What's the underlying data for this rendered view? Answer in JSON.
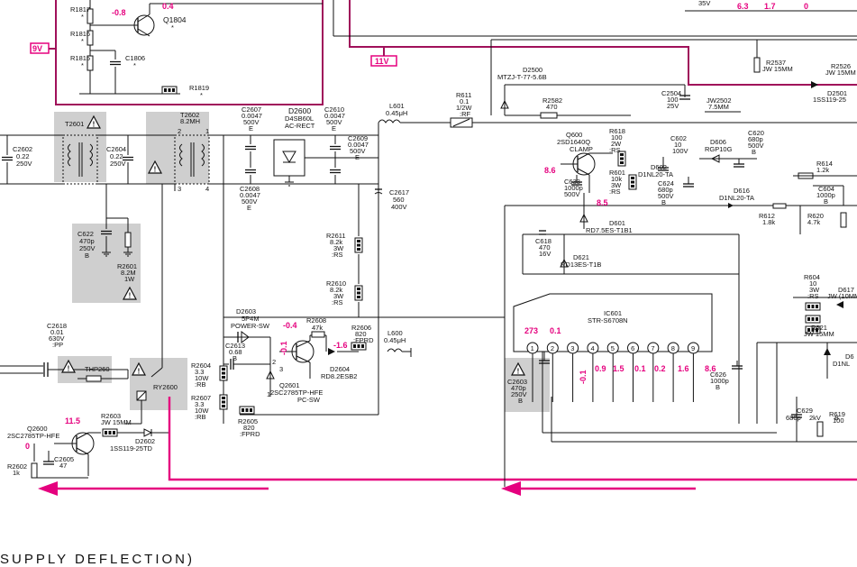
{
  "rails": {
    "v9": "9V",
    "v11": "11V",
    "v35": "35V",
    "top_drops": [
      "6.3",
      "1.7",
      "0"
    ]
  },
  "components": {
    "r1817": [
      "R1817",
      "*"
    ],
    "r1816": [
      "R1816",
      "*"
    ],
    "r1815": [
      "R1815",
      "*"
    ],
    "c1806": [
      "C1806",
      "*"
    ],
    "q1804": [
      "Q1804",
      "*"
    ],
    "r1819": [
      "R1819",
      "*"
    ],
    "t2601": "T2601",
    "t2602": [
      "T2602",
      "8.2MH"
    ],
    "c2602": [
      "C2602",
      "0.22",
      "250V"
    ],
    "c2604": [
      "C2604",
      "0.22",
      "250V"
    ],
    "c2607": [
      "C2607",
      "0.0047",
      "500V",
      "E"
    ],
    "c2608": [
      "C2608",
      "0.0047",
      "500V",
      "E"
    ],
    "d2600": [
      "D2600",
      "D4SB60L",
      "AC-RECT"
    ],
    "c2610": [
      "C2610",
      "0.0047",
      "500V",
      "E"
    ],
    "c2609": [
      "C2609",
      "0.0047",
      "500V",
      "E"
    ],
    "l601": [
      "L601",
      "0.45μH"
    ],
    "r611": [
      "R611",
      "0.1",
      "1/2W",
      ":RF"
    ],
    "c2617": [
      "C2617",
      "560",
      "400V"
    ],
    "c622": [
      "C622",
      "470p",
      "250V",
      "B"
    ],
    "r2601": [
      "R2601",
      "8.2M",
      "1W"
    ],
    "r2611": [
      "R2611",
      "8.2k",
      "3W",
      ":RS"
    ],
    "r2610": [
      "R2610",
      "8.2k",
      "3W",
      ":RS"
    ],
    "c2618": [
      "C2618",
      "0.01",
      "630V",
      ":PP"
    ],
    "thp260": "THP260",
    "ry2600": "RY2600",
    "d2603": [
      "D2603",
      "5P4M",
      "POWER-SW"
    ],
    "c2613": [
      "C2613",
      "0.68",
      "B"
    ],
    "r2608": [
      "R2608",
      "47k"
    ],
    "r2606": [
      "R2606",
      "820",
      ":FPRD"
    ],
    "l600": [
      "L600",
      "0.45μH"
    ],
    "r2604": [
      "R2604",
      "3.3",
      "10W",
      ":RB"
    ],
    "r2607": [
      "R2607",
      "3.3",
      "10W",
      ":RB"
    ],
    "d2604": [
      "D2604",
      "RD8.2ESB2"
    ],
    "q2601": [
      "Q2601",
      "2SC2785TP-HFE",
      "PC-SW"
    ],
    "r2605": [
      "R2605",
      "820",
      ":FPRD"
    ],
    "r2603": [
      "R2603",
      "JW 15MM"
    ],
    "d2602": [
      "D2602",
      "1SS119-25TD"
    ],
    "q2600": [
      "Q2600",
      "2SC2785TP-HFE"
    ],
    "c2605": [
      "C2605",
      "47"
    ],
    "r2602": [
      "R2602",
      "1k"
    ],
    "d2500": [
      "D2500",
      "MTZJ-T-77-5.6B"
    ],
    "r2582": [
      "R2582",
      "470"
    ],
    "c2504": [
      "C2504",
      "100",
      "25V"
    ],
    "jw2502": [
      "JW2502",
      "7.5MM"
    ],
    "r2537": [
      "R2537",
      "JW 15MM"
    ],
    "r2526": [
      "R2526",
      "JW 15MM"
    ],
    "d2501": [
      "D2501",
      "1SS119-25"
    ],
    "q600": [
      "Q600",
      "2SD1640Q",
      "CLAMP"
    ],
    "r618": [
      "R618",
      "100",
      "2W",
      ":RS"
    ],
    "r601": [
      "R601",
      "10k",
      "3W",
      ":RS"
    ],
    "c633": [
      "C633",
      "1000p",
      "500V"
    ],
    "c602": [
      "C602",
      "10",
      "100V"
    ],
    "d606": [
      "D606",
      "RGP10G"
    ],
    "c620": [
      "C620",
      "680p",
      "500V",
      "B"
    ],
    "d602": [
      "D602",
      "D1NL20-TA"
    ],
    "c624": [
      "C624",
      "680p",
      "500V",
      "B"
    ],
    "d616": [
      "D616",
      "D1NL20-TA"
    ],
    "r614": [
      "R614",
      "1.2k"
    ],
    "c604": [
      "C604",
      "1000p",
      "B"
    ],
    "r612": [
      "R612",
      "1.8k"
    ],
    "r620": [
      "R620",
      "4.7k"
    ],
    "d601": [
      "D601",
      "RD7.5ES-T1B1"
    ],
    "c618": [
      "C618",
      "470",
      "16V"
    ],
    "d621": [
      "D621",
      "RD13ES-T1B"
    ],
    "ic601": [
      "IC601",
      "STR-S6708N"
    ],
    "c2603": [
      "C2603",
      "470p",
      "250V",
      "B"
    ],
    "c626": [
      "C626",
      "1000p",
      "B"
    ],
    "r604": [
      "R604",
      "10",
      "3W",
      ":RS"
    ],
    "d617": [
      "D617",
      "JW (10MM"
    ],
    "r621": [
      "R621",
      "JW 15MM"
    ],
    "d6x": [
      "D6",
      "D1NL"
    ],
    "c629": [
      "C629",
      "680p",
      "2kV",
      "B"
    ],
    "r619": [
      "R619",
      "100"
    ]
  },
  "ic_pins": [
    "1",
    "2",
    "3",
    "4",
    "5",
    "6",
    "7",
    "8",
    "9"
  ],
  "volts": {
    "q1804_b": "-0.8",
    "q1804_e": "0.4",
    "q2601_b": "-0.4",
    "q2601_c": "-0.1",
    "q2601_e": "-1.6",
    "q2600_c": "11.5",
    "q2600_e": "0",
    "q600_b": "8.6",
    "q600_e": "8.5",
    "pin1": "273",
    "pin2": "0.1",
    "pin3": "-0.1",
    "pin4": "0.9",
    "pin5": "1.5",
    "pin6": "0.1",
    "pin7": "0.2",
    "pin8": "1.6",
    "pin9": "8.6"
  },
  "transformer_pins": [
    "2",
    "1",
    "3",
    "4"
  ],
  "q2601_pins": [
    "2",
    "3",
    "1"
  ],
  "footer": "SUPPLY  DEFLECTION)"
}
